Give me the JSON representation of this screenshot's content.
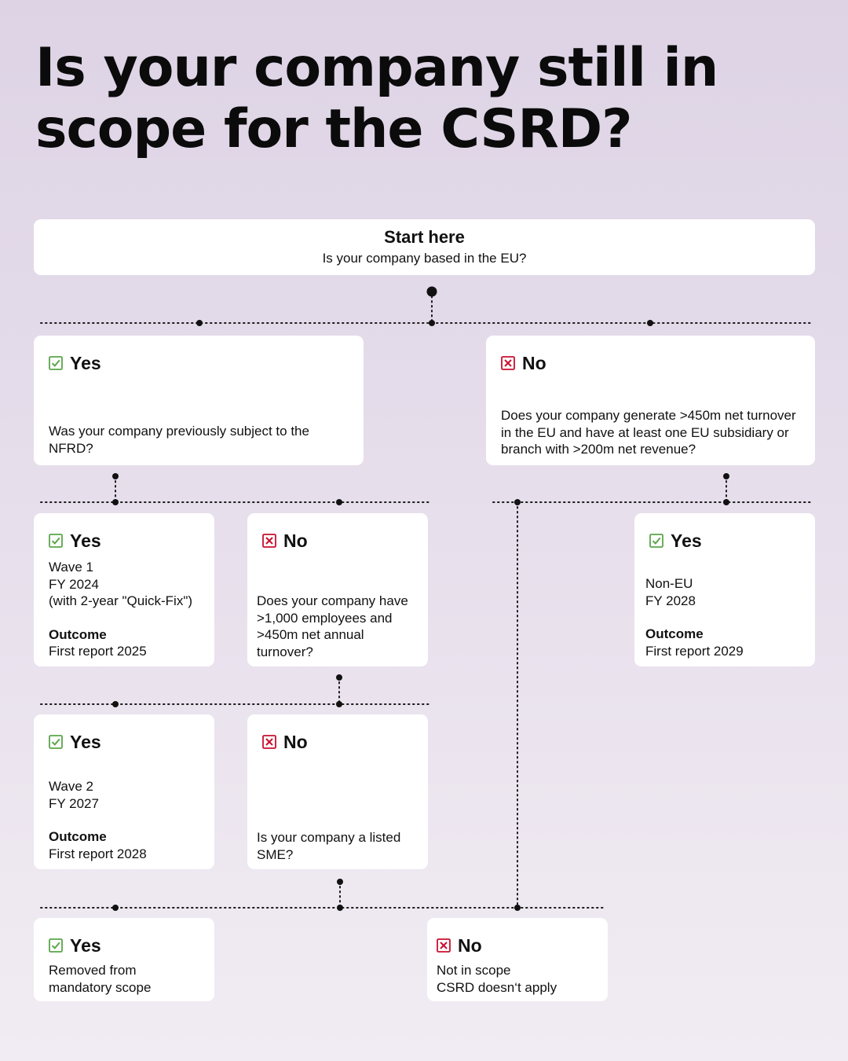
{
  "title": "Is your company still in scope for the CSRD?",
  "start": {
    "title": "Start here",
    "question": "Is your company based in the EU?"
  },
  "answers": {
    "yes": "Yes",
    "no": "No"
  },
  "colors": {
    "yes": "#5aa64a",
    "no": "#c8102e"
  },
  "icons": {
    "yes": "check-box-icon",
    "no": "cross-box-icon"
  },
  "outcome_label": "Outcome",
  "eu_yes": {
    "question": "Was your company previously subject to the NFRD?"
  },
  "eu_no": {
    "question": "Does your company generate >450m net turnover in the EU and have at least one EU subsidiary or branch with >200m net revenue?"
  },
  "nfrd_yes": {
    "lines": [
      "Wave 1",
      "FY 2024",
      "(with 2-year \"Quick-Fix\")"
    ],
    "outcome": "First report 2025"
  },
  "nfrd_no": {
    "question": "Does your company have >1,000 employees and >450m net annual turnover?"
  },
  "noneu_yes": {
    "lines": [
      "Non-EU",
      "FY 2028"
    ],
    "outcome": "First report 2029"
  },
  "size_yes": {
    "lines": [
      "Wave 2",
      "FY 2027"
    ],
    "outcome": "First report 2028"
  },
  "size_no": {
    "question": "Is your company a listed SME?"
  },
  "sme_yes": {
    "lines": [
      "Removed from",
      "mandatory scope"
    ]
  },
  "final_no": {
    "lines": [
      "Not in scope",
      "CSRD doesn‘t apply"
    ]
  }
}
